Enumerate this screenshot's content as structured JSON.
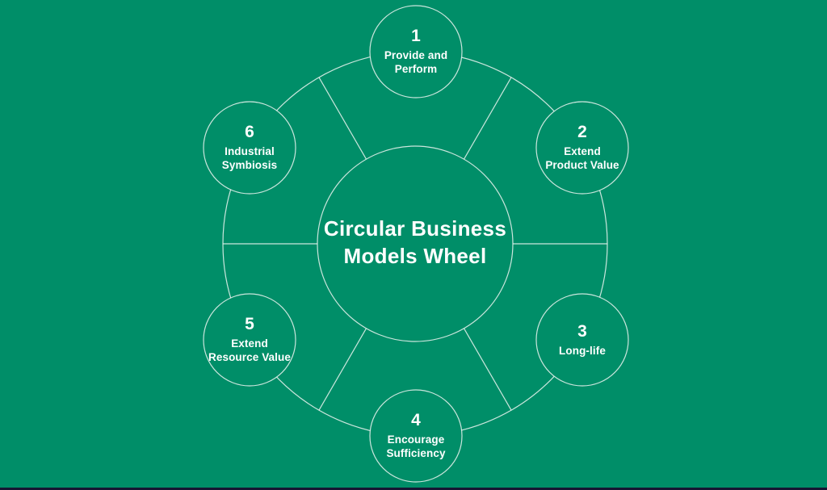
{
  "wheel": {
    "title": "Circular Business\nModels Wheel",
    "nodes": [
      {
        "number": "1",
        "label": "Provide and\nPerform"
      },
      {
        "number": "2",
        "label": "Extend\nProduct Value"
      },
      {
        "number": "3",
        "label": "Long-life"
      },
      {
        "number": "4",
        "label": "Encourage\nSufficiency"
      },
      {
        "number": "5",
        "label": "Extend\nResource Value"
      },
      {
        "number": "6",
        "label": "Industrial\nSymbiosis"
      }
    ]
  },
  "colors": {
    "background": "#008e68",
    "line": "#eef6f2",
    "text": "#ffffff",
    "bottom_bar": "#161633"
  }
}
